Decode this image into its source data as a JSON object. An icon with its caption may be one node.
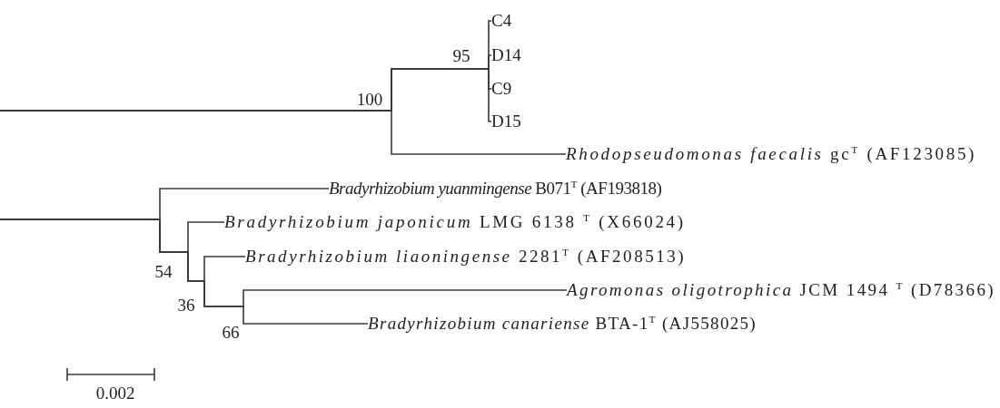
{
  "diagram": {
    "nodes": [
      {
        "text": [
          "C4"
        ]
      },
      {
        "text": [
          "D14"
        ]
      },
      {
        "text": [
          "C9"
        ]
      },
      {
        "text": [
          "D15"
        ]
      },
      {
        "text": [
          "*Rhodopseudomonas faecalis* gc$^{T}$ (AF123085)"
        ]
      },
      {
        "text": [
          "*Bradyrhizobium yuanmingense* B071$^{T}$ (AF193818)"
        ]
      },
      {
        "text": [
          "*Bradyrhizobium japonicum* LMG 6138 $^{T}$ (X66024)"
        ]
      },
      {
        "text": [
          "*Bradyrhizobium liaoningense* 2281$^{T}$ (AF208513)"
        ]
      },
      {
        "text": [
          "*Agromonas oligotrophica* JCM 1494 $^{T}$ (D78366)"
        ]
      },
      {
        "text": [
          "*Bradyrhizobium canariense* BTA-1$^{T}$ (AJ558025)"
        ]
      }
    ],
    "edges": [
      {
        "from": null,
        "to": 0,
        "arrow": "none"
      },
      {
        "from": null,
        "to": 1,
        "arrow": "none"
      },
      {
        "from": null,
        "to": 2,
        "arrow": "none"
      },
      {
        "from": null,
        "to": 3,
        "arrow": "none"
      },
      {
        "from": null,
        "to": 4,
        "arrow": "none"
      },
      {
        "from": null,
        "to": 5,
        "arrow": "none"
      },
      {
        "from": null,
        "to": 6,
        "arrow": "none"
      },
      {
        "from": null,
        "to": 7,
        "arrow": "none"
      },
      {
        "from": null,
        "to": 8,
        "arrow": "none"
      },
      {
        "from": null,
        "to": 9,
        "arrow": "none"
      }
    ],
    "labels": [
      "95",
      "100",
      "54",
      "36",
      "66",
      "0.002"
    ]
  }
}
